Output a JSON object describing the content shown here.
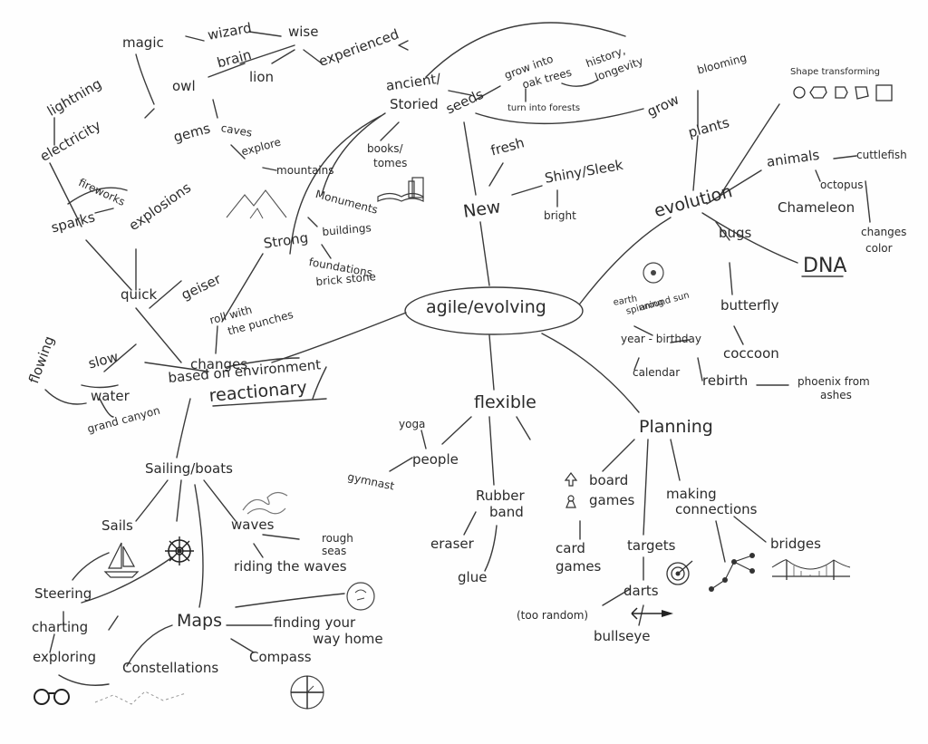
{
  "center": "agile/evolving",
  "branches": {
    "reactionary": {
      "main": [
        "changes",
        "based on environment",
        "reactionary"
      ],
      "roll": [
        "roll with",
        "the punches"
      ],
      "strong": "Strong",
      "mountains": "mountains",
      "explore": "explore",
      "caves": "caves",
      "gems": "gems",
      "monuments": "Monuments",
      "buildings": "buildings",
      "foundations": "foundations",
      "brick_stone": "brick stone",
      "geiser": "geiser",
      "quick": "quick",
      "sparks": "sparks",
      "fireworks": "fireworks",
      "explosions": "explosions",
      "electricity": "electricity",
      "lightning": "lightning",
      "magic": "magic",
      "wizard": "wizard",
      "wise": "wise",
      "brain": "brain",
      "owl": "owl",
      "lion": "lion",
      "experienced": "experienced",
      "slow": "slow",
      "flowing": "flowing",
      "water": "water",
      "grand_canyon": "grand canyon"
    },
    "sailing": {
      "main": "Sailing/boats",
      "sails": "Sails",
      "waves": "waves",
      "rough_seas": [
        "rough",
        "seas"
      ],
      "riding_waves": "riding the waves",
      "maps": "Maps",
      "finding_home": [
        "finding your",
        "way home"
      ],
      "compass": "Compass",
      "constellations": "Constellations",
      "steering": "Steering",
      "charting": "charting",
      "exploring": "exploring"
    },
    "new": {
      "ancient": [
        "ancient/",
        "Storied"
      ],
      "books": [
        "books/",
        "tomes"
      ],
      "seeds": "seeds",
      "grow_into": [
        "grow into",
        "oak trees"
      ],
      "turn_forests": "turn into forests",
      "history": [
        "history,",
        "longevity"
      ],
      "new": "New",
      "fresh": "fresh",
      "shiny": "Shiny/Sleek",
      "bright": "bright"
    },
    "evolution": {
      "main": "evolution",
      "grow": "grow",
      "blooming": "blooming",
      "plants": "plants",
      "shape_transforming": "Shape transforming",
      "animals": "animals",
      "cuttlefish": "cuttlefish",
      "octopus": "octopus",
      "chameleon": "Chameleon",
      "changes_color": [
        "changes",
        "color"
      ],
      "dna": "DNA",
      "bugs": "bugs",
      "butterfly": "butterfly",
      "cocoon": "coccoon",
      "rebirth": "rebirth",
      "phoenix": [
        "phoenix from",
        "ashes"
      ],
      "earth": [
        "earth",
        "spinning",
        "around sun"
      ],
      "year_birthday": "year - birthday",
      "calendar": "calendar"
    },
    "flexible": {
      "main": "flexible",
      "yoga": "yoga",
      "people": "people",
      "gymnast": "gymnast",
      "rubber_band": [
        "Rubber",
        "band"
      ],
      "eraser": "eraser",
      "glue": "glue"
    },
    "planning": {
      "main": "Planning",
      "board_games": [
        "board",
        "games"
      ],
      "card_games": [
        "card",
        "games"
      ],
      "targets": "targets",
      "darts": "darts",
      "too_random": "(too random)",
      "bullseye": "bullseye",
      "making_connections": [
        "making",
        "connections"
      ],
      "bridges": "bridges"
    }
  },
  "icons": [
    "books-sketch-icon",
    "mountains-sketch-icon",
    "shapes-sequence-icon",
    "earth-orbit-icon",
    "waves-sketch-icon",
    "sailboat-icon",
    "ship-wheel-icon",
    "globe-note-icon",
    "compass-rose-icon",
    "binoculars-icon",
    "constellation-icon",
    "board-game-pieces-icon",
    "target-icon",
    "dart-icon",
    "network-nodes-icon",
    "bridge-icon"
  ],
  "colors": {
    "ink": "#2b2b2b",
    "paper": "#fefefe"
  }
}
